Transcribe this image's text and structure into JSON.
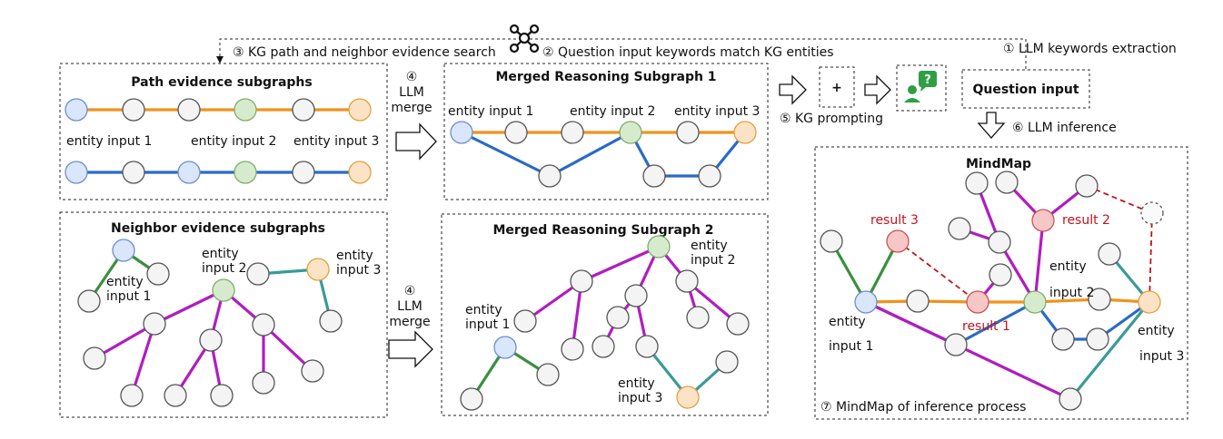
{
  "steps": {
    "s1": "① LLM keywords extraction",
    "s2": "② Question input keywords match KG entities",
    "s3": "③ KG path and neighbor evidence search",
    "s4_a_line1": "④",
    "s4_a_line2": "LLM",
    "s4_a_line3": "merge",
    "s4_b_line1": "④",
    "s4_b_line2": "LLM",
    "s4_b_line3": "merge",
    "s5": "⑤ KG prompting",
    "s6": "⑥ LLM inference",
    "s7": "⑦ MindMap of inference process"
  },
  "panels": {
    "path_evidence": {
      "title": "Path evidence subgraphs",
      "entity1": "entity input 1",
      "entity2": "entity input 2",
      "entity3": "entity input 3"
    },
    "neighbor_evidence": {
      "title": "Neighbor evidence subgraphs",
      "e1_l1": "entity",
      "e1_l2": "input 1",
      "e2_l1": "entity",
      "e2_l2": "input 2",
      "e3_l1": "entity",
      "e3_l2": "input 3"
    },
    "merged1": {
      "title": "Merged Reasoning Subgraph 1",
      "entity1": "entity input 1",
      "entity2": "entity input 2",
      "entity3": "entity input 3"
    },
    "merged2": {
      "title": "Merged Reasoning Subgraph 2",
      "e1_l1": "entity",
      "e1_l2": "input 1",
      "e2_l1": "entity",
      "e2_l2": "input 2",
      "e3_l1": "entity",
      "e3_l2": "input 3"
    },
    "mindmap": {
      "title": "MindMap",
      "result1": "result 1",
      "result2": "result 2",
      "result3": "result 3",
      "e1_l1": "entity",
      "e1_l2": "input 1",
      "e2_l1": "entity",
      "e2_l2": "input 2",
      "e3_l1": "entity",
      "e3_l2": "input 3"
    }
  },
  "question_box": {
    "label": "Question input"
  },
  "plus_box": {
    "label": "+"
  },
  "icons": {
    "kg": "knowledge-graph-icon",
    "user": "user-question-icon",
    "user_glyph": "?"
  },
  "colors": {
    "orange_edge": "#f0921e",
    "blue_edge": "#2a6ac8",
    "green_edge": "#3a8f3e",
    "purple_edge": "#b01dc0",
    "teal_edge": "#3a9a98",
    "red_dashed": "#c0141c",
    "node_blue": "#d9e6fb",
    "node_green": "#d6ebcd",
    "node_orange": "#fde3c6",
    "node_red": "#f7c7c7",
    "icon_green": "#2ea043"
  }
}
